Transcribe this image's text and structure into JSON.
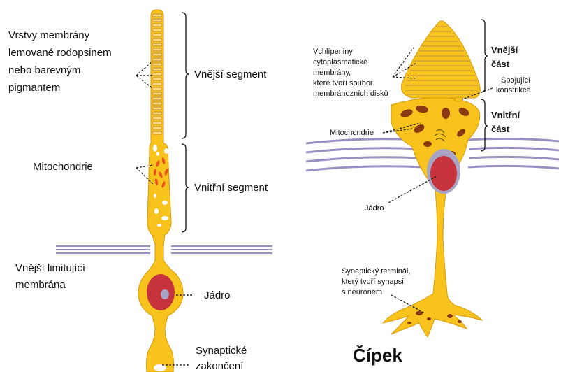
{
  "colors": {
    "cell_fill": "#f7c31c",
    "cell_stroke": "#d99a0a",
    "mito": "#e8541c",
    "mito_dark": "#8a3812",
    "nucleus_outer": "#c7333c",
    "nucleus_inner": "#a7a4c4",
    "membrane_lines": "#9b8fc4",
    "disc_lines": "#c99b3c"
  },
  "rod": {
    "label_membrane_layers": [
      "Vrstvy membrány",
      "lemované rodopsinem",
      "nebo barevným",
      "pigmantem"
    ],
    "label_outer_segment": "Vnější segment",
    "label_mitochondria": "Mitochondrie",
    "label_inner_segment": "Vnitřní segment",
    "label_outer_limiting_membrane": [
      "Vnější limitující",
      "membrána"
    ],
    "label_nucleus": "Jádro",
    "label_synaptic_ending": [
      "Synaptické",
      "zakončení"
    ]
  },
  "cone": {
    "label_invaginations": [
      "Vchlípeniny",
      "cytoplasmatické",
      "membrány,",
      "které tvoří soubor",
      "membránozních disků"
    ],
    "label_outer_part": [
      "Vnější",
      "část"
    ],
    "label_connecting_constriction": [
      "Spojující",
      "konstrikce"
    ],
    "label_inner_part": [
      "Vnitřní",
      "část"
    ],
    "label_mitochondria": "Mitochondrie",
    "label_nucleus": "Jádro",
    "label_synaptic_terminal": [
      "Synaptický terminál,",
      "který tvoří synapsi",
      "s neuronem"
    ],
    "title": "Čípek"
  }
}
